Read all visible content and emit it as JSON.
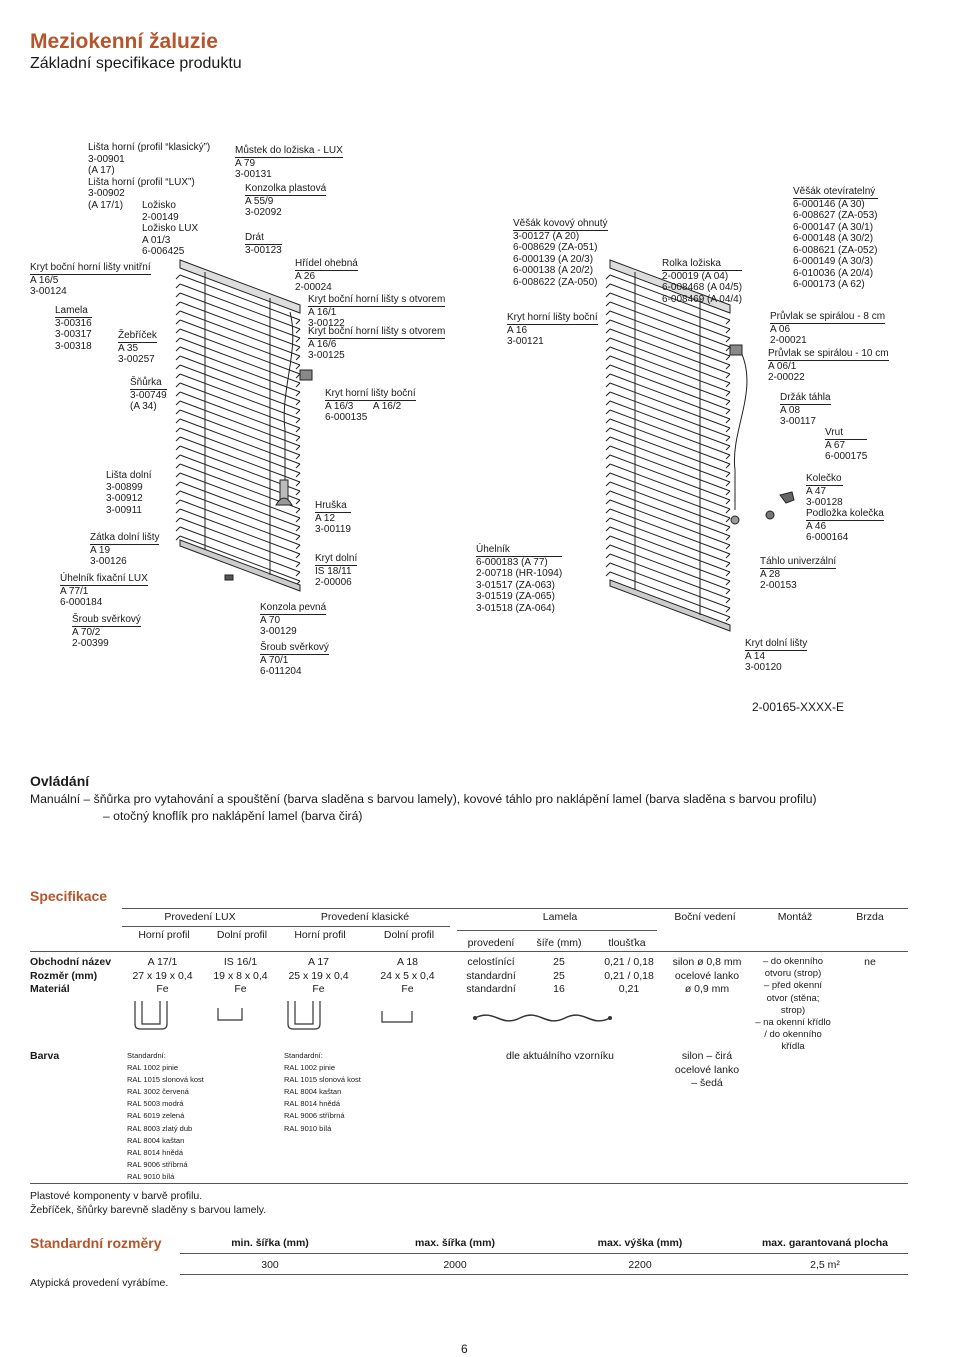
{
  "header": {
    "title": "Meziokenní žaluzie",
    "subtitle": "Základní specifikace produktu"
  },
  "diagram_labels": {
    "lista_horni": [
      "Lišta horní (profil “klasický”)",
      "3-00901",
      "(A 17)",
      "Lišta horní (profil “LUX”)",
      "3-00902",
      "(A 17/1)"
    ],
    "lozisko": [
      "Ložisko",
      "2-00149",
      "Ložisko LUX",
      "A 01/3",
      "6-006425"
    ],
    "kryt_vnitrni": [
      "Kryt boční horní lišty vnitřní",
      "A 16/5",
      "3-00124"
    ],
    "lamela": [
      "Lamela",
      "3-00316",
      "3-00317",
      "3-00318"
    ],
    "zebricek": [
      "Žebříček",
      "A 35",
      "3-00257"
    ],
    "snurka": [
      "Šňůrka",
      "3-00749",
      "(A 34)"
    ],
    "lista_dolni": [
      "Lišta dolní",
      "3-00899",
      "3-00912",
      "3-00911"
    ],
    "zatka": [
      "Zátka dolní lišty",
      "A 19",
      "3-00126"
    ],
    "uhelnik_fix": [
      "Úhelník fixační LUX",
      "A 77/1",
      "6-000184"
    ],
    "sroub1": [
      "Šroub svěrkový",
      "A 70/2",
      "2-00399"
    ],
    "mustek": [
      "Můstek do ložiska - LUX",
      "A 79",
      "3-00131"
    ],
    "konzolka": [
      "Konzolka plastová",
      "A 55/9",
      "3-02092"
    ],
    "drat": [
      "Drát",
      "3-00123"
    ],
    "hridel": [
      "Hřídel ohebná",
      "A 26",
      "2-00024"
    ],
    "kryt_otvor1": [
      "Kryt boční horní lišty s otvorem",
      "A 16/1",
      "3-00122"
    ],
    "kryt_otvor2": [
      "Kryt boční horní lišty s otvorem",
      "A 16/6",
      "3-00125"
    ],
    "kryt_horni_bocni_1": [
      "Kryt horní lišty boční",
      "A 16/3",
      "A 16/2",
      "6-000135"
    ],
    "hruska": [
      "Hruška",
      "A 12",
      "3-00119"
    ],
    "kryt_dolni_1": [
      "Kryt dolní",
      "IS 18/11",
      "2-00006"
    ],
    "konzola": [
      "Konzola pevná",
      "A 70",
      "3-00129"
    ],
    "sroub2": [
      "Šroub svěrkový",
      "A 70/1",
      "6-011204"
    ],
    "vesak_kovovy": [
      "Věšák kovový ohnutý",
      "3-00127   (A 20)",
      "6-008629 (ZA-051)",
      "6-000139 (A 20/3)",
      "6-000138 (A 20/2)",
      "6-008622 (ZA-050)"
    ],
    "kryt_horni_bocni_2": [
      "Kryt horní lišty boční",
      "A 16",
      "3-00121"
    ],
    "uhelnik": [
      "Úhelník",
      "6-000183 (A 77)",
      "2-00718   (HR-1094)",
      "3-01517   (ZA-063)",
      "3-01519   (ZA-065)",
      "3-01518   (ZA-064)"
    ],
    "rolka": [
      "Rolka ložiska",
      "2-00019   (A 04)",
      "6-008468 (A 04/5)",
      "6-008469 (A 04/4)"
    ],
    "vesak_oteviratelny": [
      "Věšák otevíratelný",
      "6-000146 (A 30)",
      "6-008627 (ZA-053)",
      "6-000147 (A 30/1)",
      "6-000148 (A 30/2)",
      "6-008621 (ZA-052)",
      "6-000149 (A 30/3)",
      "6-010036 (A 20/4)",
      "6-000173 (A 62)"
    ],
    "pruvlak8": [
      "Průvlak se spirálou - 8 cm",
      "A 06",
      "2-00021"
    ],
    "pruvlak10": [
      "Průvlak se spirálou - 10 cm",
      "A 06/1",
      "2-00022"
    ],
    "drzak": [
      "Držák táhla",
      "A 08",
      "3-00117"
    ],
    "vrut": [
      "Vrut",
      "A 67",
      "6-000175"
    ],
    "kolecko": [
      "Kolečko",
      "A 47",
      "3-00128"
    ],
    "podlozka": [
      "Podložka kolečka",
      "A 46",
      "6-000164"
    ],
    "tahlo": [
      "Táhlo univerzální",
      "A 28",
      "2-00153"
    ],
    "kryt_dolni_2": [
      "Kryt dolní lišty",
      "A 14",
      "3-00120"
    ],
    "code": "2-00165-XXXX-E"
  },
  "ovladani": {
    "heading": "Ovládání",
    "line1": "Manuální   –  šňůrka pro vytahování a spouštění (barva sladěna s barvou lamely), kovové táhlo pro naklápění lamel (barva sladěna s barvou profilu)",
    "line2": "–  otočný knoflík pro naklápění lamel (barva čirá)"
  },
  "specifikace": {
    "heading": "Specifikace",
    "group_headers": [
      "Provedení LUX",
      "Provedení klasické",
      "Lamela",
      "Boční vedení",
      "Montáž",
      "Brzda"
    ],
    "sub_headers": [
      "Horní profil",
      "Dolní profil",
      "Horní profil",
      "Dolní profil",
      "provedení",
      "šíře (mm)",
      "tloušťka"
    ],
    "row_labels": [
      "Obchodní název",
      "Rozměr (mm)",
      "Materiál"
    ],
    "lux_horni": [
      "A 17/1",
      "27 x 19 x 0,4",
      "Fe"
    ],
    "lux_dolni": [
      "IS 16/1",
      "19 x 8 x 0,4",
      "Fe"
    ],
    "kl_horni": [
      "A 17",
      "25 x 19 x 0,4",
      "Fe"
    ],
    "kl_dolni": [
      "A 18",
      "24 x 5 x 0,4",
      "Fe"
    ],
    "lamela_provedeni": [
      "celostínící",
      "standardní",
      "standardní"
    ],
    "lamela_sire": [
      "25",
      "25",
      "16"
    ],
    "lamela_tloustka": [
      "0,21 / 0,18",
      "0,21 / 0,18",
      "0,21"
    ],
    "bocni": [
      "silon ø 0,8 mm",
      "ocelové lanko",
      "ø 0,9 mm"
    ],
    "montaz": [
      "– do okenního",
      "otvoru (strop)",
      "– před okenní",
      "otvor (stěna;",
      "strop)",
      "– na okenní křídlo",
      "/ do okenního",
      "křídla"
    ],
    "brzda": "ne",
    "barva_label": "Barva",
    "barva_lux": [
      "Standardní:",
      "RAL 1002 pinie",
      "RAL 1015 slonová kost",
      "RAL 3002 červená",
      "RAL 5003 modrá",
      "RAL 6019 zelená",
      "RAL 8003 zlatý dub",
      "RAL 8004 kaštan",
      "RAL 8014 hnědá",
      "RAL 9006 stříbrná",
      "RAL 9010 bílá"
    ],
    "barva_klasicke": [
      "Standardní:",
      "RAL 1002 pinie",
      "RAL 1015 slonová kost",
      "RAL 8004 kaštan",
      "RAL 8014 hnědá",
      "RAL 9006 stříbrná",
      "RAL 9010 bílá"
    ],
    "barva_lamela": "dle aktuálního vzorníku",
    "barva_bocni": [
      "silon – čirá",
      "ocelové lanko",
      "– šedá"
    ],
    "note1": "Plastové komponenty v barvě profilu.",
    "note2": "Žebříček, šňůrky barevně sladěny s barvou lamely."
  },
  "rozmery": {
    "heading": "Standardní rozměry",
    "headers": [
      "min. šířka (mm)",
      "max. šířka (mm)",
      "max. výška (mm)",
      "max. garantovaná plocha"
    ],
    "values": [
      "300",
      "2000",
      "2200",
      "2,5 m²"
    ],
    "note": "Atypická provedení vyrábíme."
  },
  "page_number": "6"
}
